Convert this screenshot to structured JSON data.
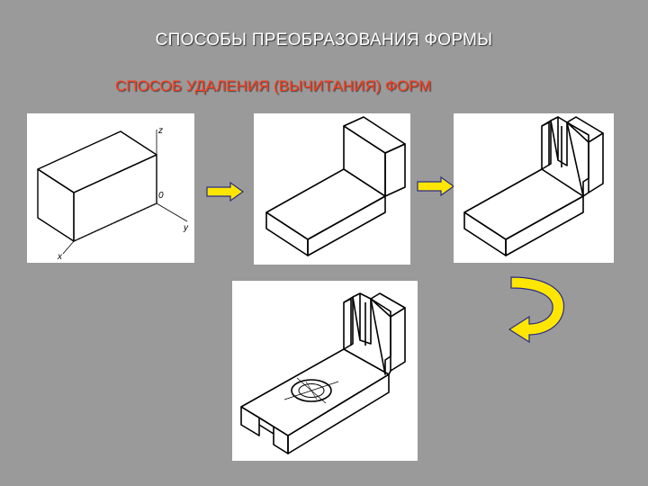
{
  "slide": {
    "title": "СПОСОБЫ  ПРЕОБРАЗОВАНИЯ ФОРМЫ",
    "subtitle": "СПОСОБ УДАЛЕНИЯ (ВЫЧИТАНИЯ) ФОРМ"
  },
  "figures": {
    "axes": {
      "z": "z",
      "y": "y",
      "x": "x",
      "origin": "0"
    }
  },
  "colors": {
    "background": "#9a9a9a",
    "title": "#ffffff",
    "subtitle": "#ff3a1a",
    "arrow_fill": "#ffe600",
    "arrow_stroke": "#2a2a8a"
  }
}
